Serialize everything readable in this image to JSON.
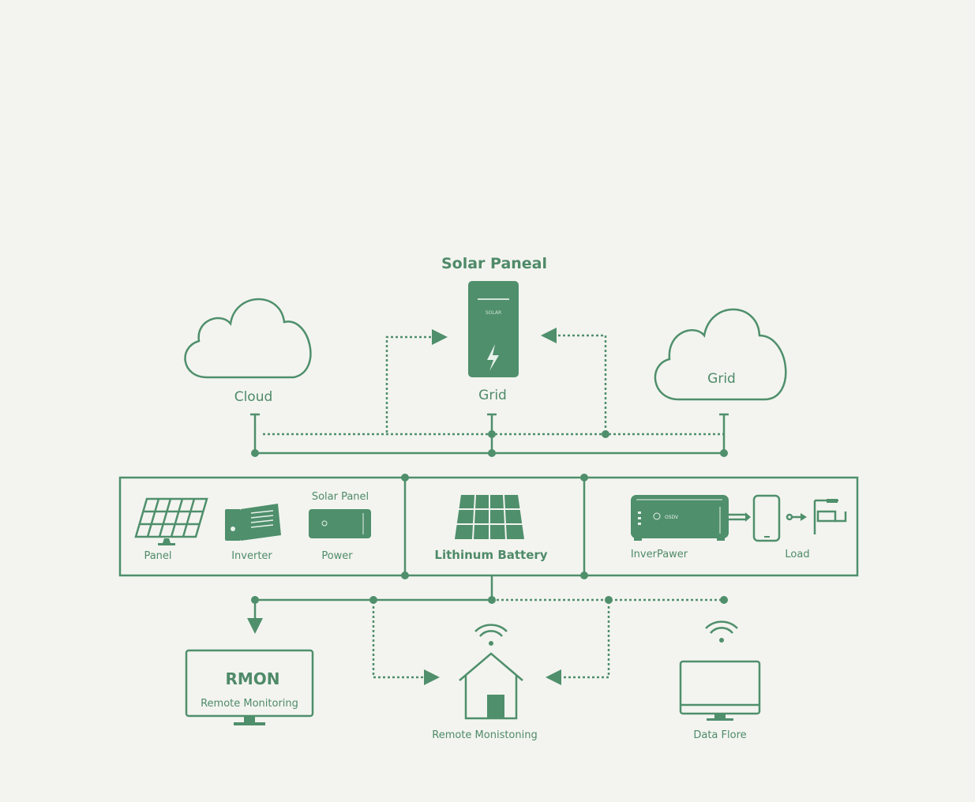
{
  "title": "Solar Paneal",
  "top": {
    "cloud_label": "Cloud",
    "solar_device_label": "Grid",
    "solar_device_badge": "SOLAR",
    "grid_cloud_label": "Grid"
  },
  "box": {
    "left": {
      "panel": "Panel",
      "inverter": "Inverter",
      "solar_panel": "Solar Panel",
      "power": "Power"
    },
    "center": {
      "battery": "Lithinum Battery"
    },
    "right": {
      "inverpower": "InverPawer",
      "load": "Load",
      "device_badge": "OSDV"
    }
  },
  "bottom": {
    "rmon_title": "RMON",
    "rmon_subtitle": "Remote Monitoring",
    "house_label": "Remote Monistoning",
    "monitor_label": "Data Flore"
  },
  "colors": {
    "accent": "#4f8f6c",
    "background": "#f3f4ef"
  }
}
